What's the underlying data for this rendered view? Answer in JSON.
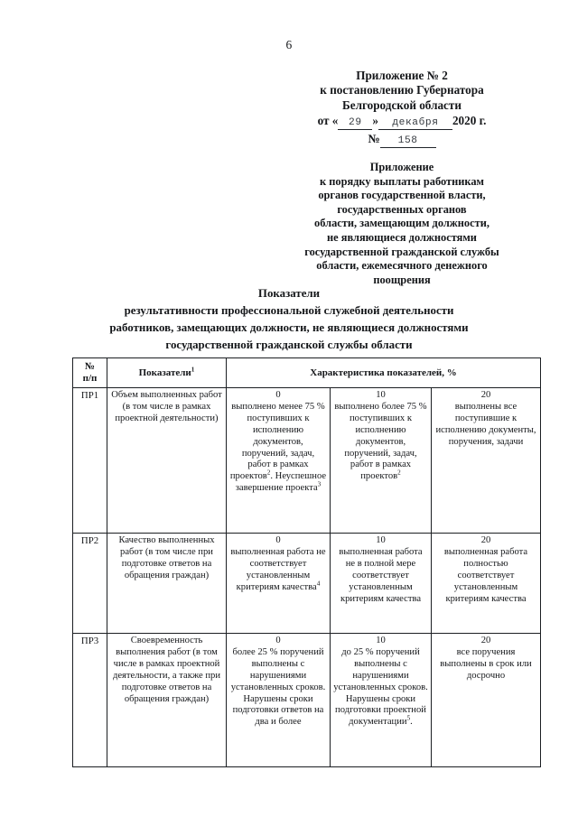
{
  "page": {
    "number": "6"
  },
  "approval": {
    "line1": "Приложение № 2",
    "line2": "к постановлению Губернатора",
    "line3": "Белгородской области",
    "date_prefix": "от «",
    "date_day": "29",
    "date_mid": "»",
    "date_month": "декабря",
    "date_year": "2020 г.",
    "number_label": "№",
    "number_value": "158"
  },
  "annex": {
    "line1": "Приложение",
    "line2": "к порядку выплаты работникам",
    "line3": "органов государственной власти,",
    "line4": "государственных органов",
    "line5": "области, замещающим должности,",
    "line6": "не являющиеся должностями",
    "line7": "государственной гражданской службы",
    "line8": "области, ежемесячного денежного",
    "line9": "поощрения"
  },
  "title": {
    "line1": "Показатели",
    "line2": "результативности профессиональной служебной деятельности",
    "line3": "работников, замещающих должности, не являющиеся должностями",
    "line4": "государственной гражданской службы области"
  },
  "table": {
    "headers": {
      "col_num_line1": "№",
      "col_num_line2": "п/п",
      "col_name": "Показатели",
      "col_name_sup": "1",
      "col_characteristics": "Характеристика показателей, %"
    },
    "rows": [
      {
        "code": "ПР1",
        "name": "Объем выполненных работ (в том числе в рамках проектной деятельности)",
        "v0_head": "0",
        "v0_body": "выполнено менее 75 % поступивших к исполнению документов, поручений, задач, работ в рамках проектов",
        "v0_sup": "2",
        "v0_body2": ". Неуспешное завершение проекта",
        "v0_sup2": "3",
        "v10_head": "10",
        "v10_body": "выполнено более 75 % поступивших к исполнению документов, поручений, задач, работ в рамках проектов",
        "v10_sup": "2",
        "v20_head": "20",
        "v20_body": "выполнены все поступившие к исполнению документы, поручения, задачи"
      },
      {
        "code": "ПР2",
        "name": "Качество выполненных работ (в том числе при подготовке ответов на обращения граждан)",
        "v0_head": "0",
        "v0_body": "выполненная работа не соответствует установленным критериям качества",
        "v0_sup": "4",
        "v10_head": "10",
        "v10_body": "выполненная работа не в полной мере соответствует установленным критериям качества",
        "v20_head": "20",
        "v20_body": "выполненная работа полностью соответствует установленным критериям качества"
      },
      {
        "code": "ПР3",
        "name": "Своевременность выполнения работ (в том числе в рамках проектной деятельности, а также при подготовке ответов на обращения граждан)",
        "v0_head": "0",
        "v0_body": "более 25 % поручений выполнены с нарушениями установленных сроков. Нарушены сроки подготовки ответов на два и более",
        "v10_head": "10",
        "v10_body": "до 25 % поручений выполнены с нарушениями установленных сроков. Нарушены сроки подготовки проектной документации",
        "v10_sup": "5",
        "v10_body2": ".",
        "v20_head": "20",
        "v20_body": "все поручения выполнены в срок или досрочно"
      }
    ]
  }
}
